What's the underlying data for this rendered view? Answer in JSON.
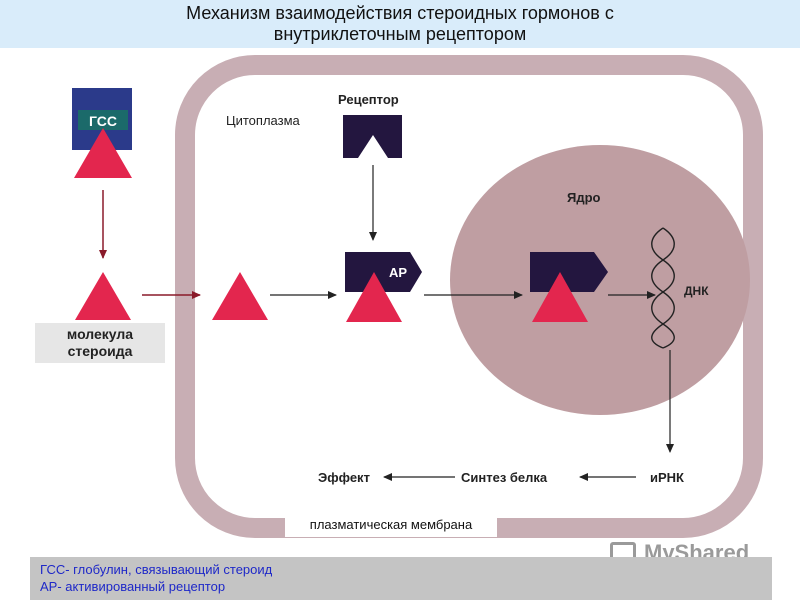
{
  "title": {
    "line1": "Механизм взаимодействия стероидных гормонов с",
    "line2": "внутриклеточным рецептором"
  },
  "labels": {
    "gss": "ГСС",
    "cytoplasm": "Цитоплазма",
    "receptor": "Рецептор",
    "ar": "АР",
    "nucleus": "Ядро",
    "dna": "ДНК",
    "steroid_molecule_line1": "молекула",
    "steroid_molecule_line2": "стероида",
    "effect": "Эффект",
    "protein_synthesis": "Синтез белка",
    "mrna": "иРНК",
    "plasma_membrane": "плазматическая мембрана"
  },
  "legend": {
    "line1": "ГСС- глобулин, связывающий стероид",
    "line2": "АР- активированный рецептор"
  },
  "logo": {
    "text": "MyShared"
  },
  "colors": {
    "title_bg": "#d9ecfa",
    "cell_membrane": "#c8aeb4",
    "nucleus": "#bf9ea2",
    "receptor": "#23163f",
    "steroid": "#e3264e",
    "gss_box": "#2b3a8a",
    "legend_text": "#1e28c8"
  }
}
